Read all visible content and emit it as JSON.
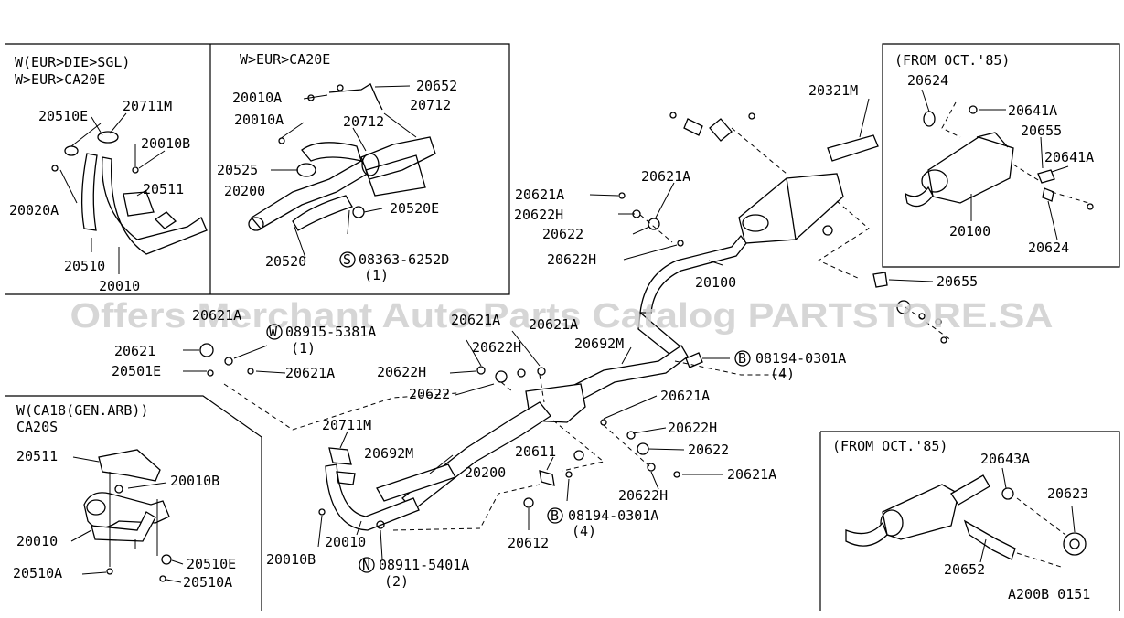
{
  "watermark": "Offers Merchant Auto Parts Catalog PARTSTORE.SA",
  "drawing_code": "A200B 0151",
  "panels": {
    "top_left": {
      "header_1": "W(EUR>DIE>SGL)",
      "header_2": "W>EUR>CA20E"
    },
    "top_mid": {
      "header_1": "W>EUR>CA20E"
    },
    "top_right": {
      "header_1": "(FROM OCT.'85)"
    },
    "bottom_left": {
      "header_1": "W(CA18(GEN.ARB))",
      "header_2": "CA20S"
    },
    "bottom_right": {
      "header_1": "(FROM OCT.'85)"
    }
  },
  "labels": {
    "tl_20510E": "20510E",
    "tl_20711M": "20711M",
    "tl_20010B": "20010B",
    "tl_20020A": "20020A",
    "tl_20511": "20511",
    "tl_20510": "20510",
    "tl_20010": "20010",
    "tm_20652": "20652",
    "tm_20010A_1": "20010A",
    "tm_20712": "20712",
    "tm_20010A_2": "20010A",
    "tm_20712_b": "20712",
    "tm_20525": "20525",
    "tm_20200": "20200",
    "tm_20520E": "20520E",
    "tm_20520": "20520",
    "tm_screw_num": "08363-6252D",
    "tm_screw_qty": "(1)",
    "tm_screw_sym": "S",
    "m_20321M": "20321M",
    "m_20621A_top": "20621A",
    "m_20621A_left": "20621A",
    "m_20622H_1": "20622H",
    "m_20622_1": "20622",
    "m_20622H_2": "20622H",
    "m_20100": "20100",
    "m_20655": "20655",
    "m_20621A_hdr": "20621A",
    "m_20621": "20621",
    "m_20501E": "20501E",
    "m_20621A_w": "20621A",
    "m_washer_sym": "W",
    "m_washer_num": "08915-5381A",
    "m_washer_qty": "(1)",
    "m_20621A_c1": "20621A",
    "m_20621A_c2": "20621A",
    "m_20622H_c1": "20622H",
    "m_20622H_c2": "20622H",
    "m_20622_c": "20622",
    "m_20692M": "20692M",
    "m_bolt_sym": "B",
    "m_bolt_num": "08194-0301A",
    "m_bolt_qty": "(4)",
    "m_20621A_r1": "20621A",
    "m_20622H_r1": "20622H",
    "m_20622_r": "20622",
    "m_20621A_r2": "20621A",
    "m_20622H_r2": "20622H",
    "b_20711M": "20711M",
    "b_20692M": "20692M",
    "b_20200": "20200",
    "b_20611": "20611",
    "b_20612": "20612",
    "b_bolt_sym": "B",
    "b_bolt_num": "08194-0301A",
    "b_bolt_qty": "(4)",
    "b_20010": "20010",
    "b_20010B": "20010B",
    "b_nut_sym": "N",
    "b_nut_num": "08911-5401A",
    "b_nut_qty": "(2)",
    "bl_20511": "20511",
    "bl_20010B": "20010B",
    "bl_20010": "20010",
    "bl_20510A_1": "20510A",
    "bl_20510E": "20510E",
    "bl_20510A_2": "20510A",
    "tr_20624_1": "20624",
    "tr_20641A_1": "20641A",
    "tr_20655": "20655",
    "tr_20641A_2": "20641A",
    "tr_20100": "20100",
    "tr_20624_2": "20624",
    "br_20643A": "20643A",
    "br_20623": "20623",
    "br_20652": "20652"
  }
}
